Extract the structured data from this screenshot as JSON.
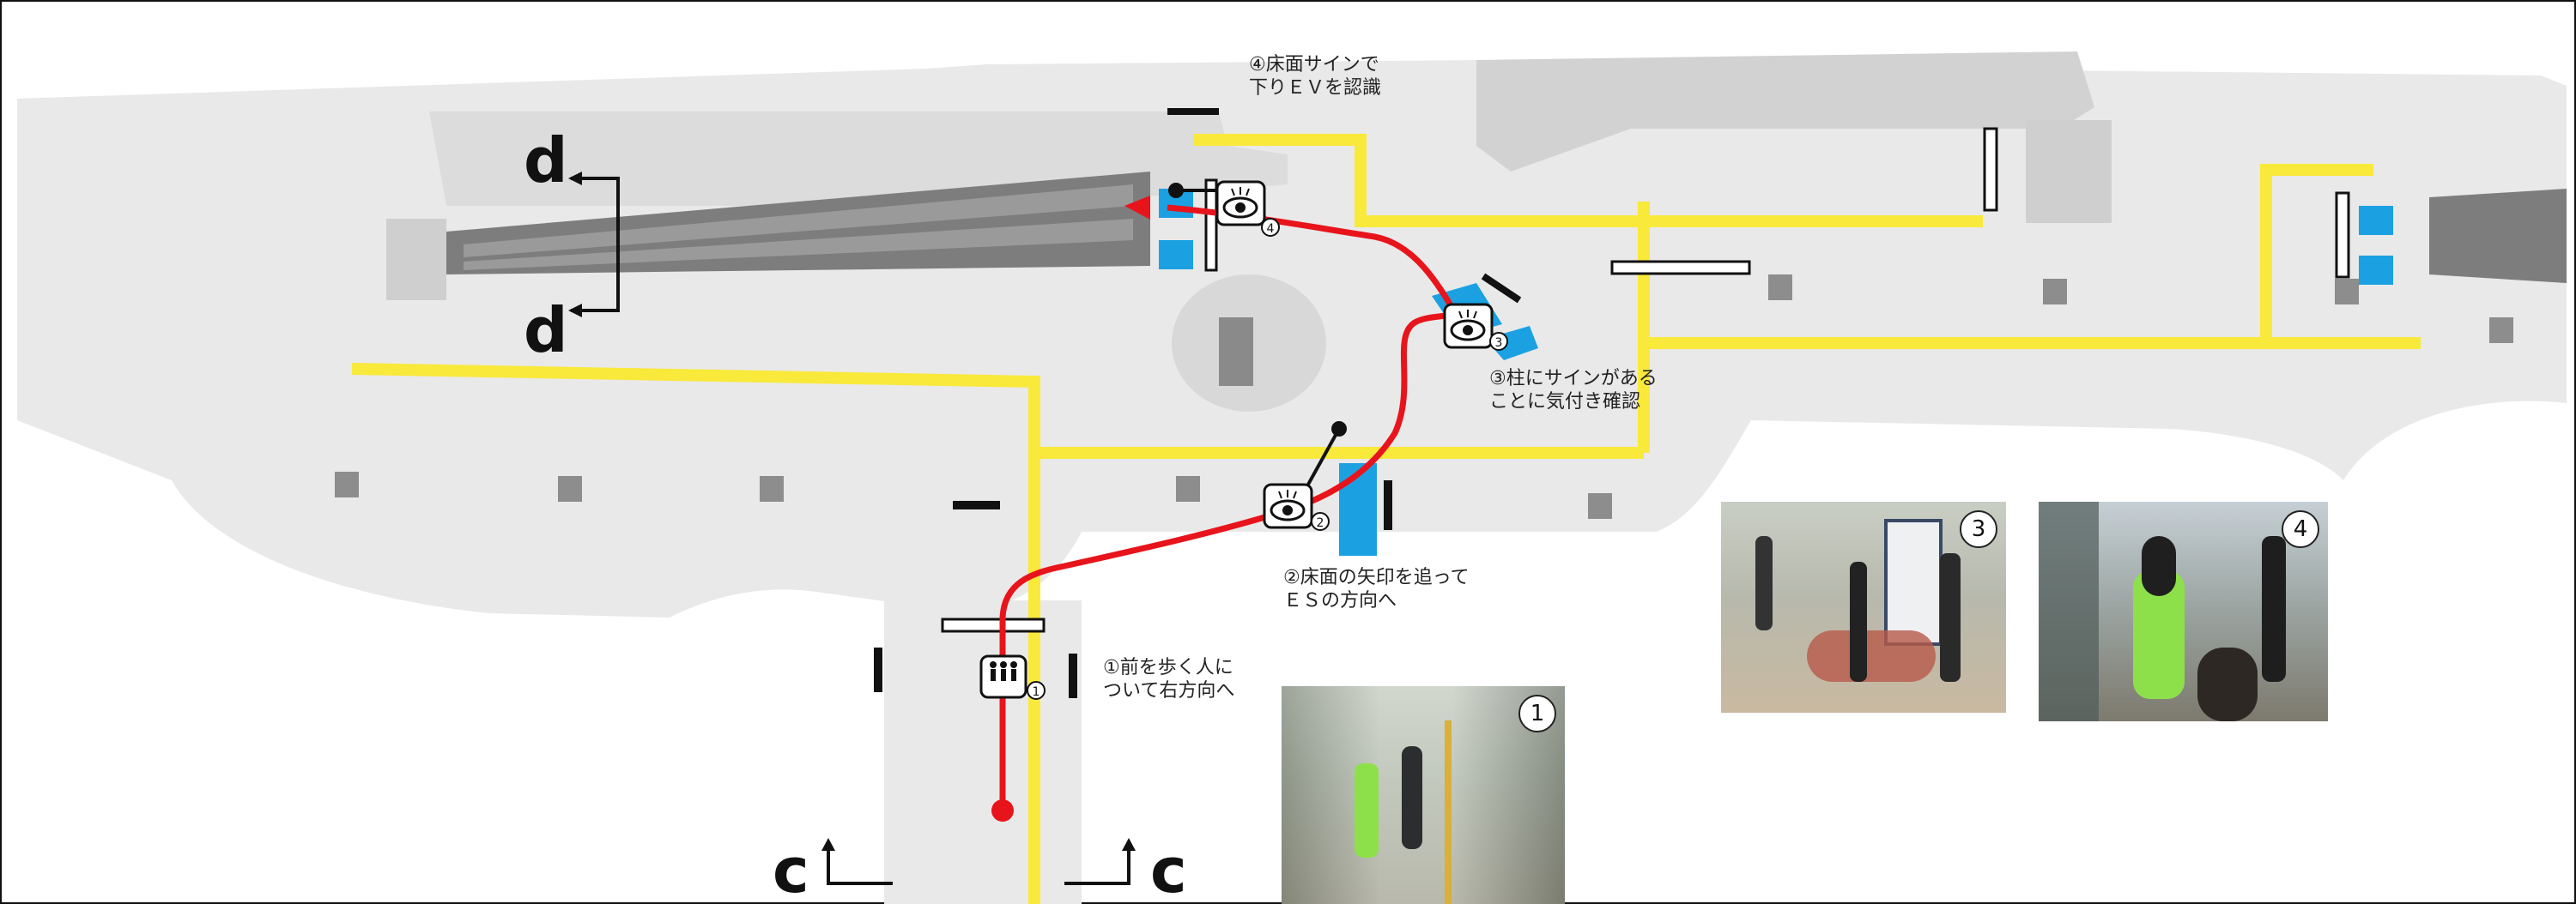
{
  "notes": {
    "step4": "④床面サインで\n下りＥＶを認識",
    "step3": "③柱にサインがある\nことに気付き確認",
    "step2": "②床面の矢印を追って\nＥＳの方向へ",
    "step1": "①前を歩く人に\nついて右方向へ"
  },
  "section_marks": {
    "d_top": "d",
    "d_bottom": "d",
    "c_left": "c",
    "c_right": "c"
  },
  "photos": [
    {
      "id": "photo-1",
      "number": "1"
    },
    {
      "id": "photo-3",
      "number": "3"
    },
    {
      "id": "photo-4",
      "number": "4"
    }
  ],
  "markers": [
    "1",
    "2",
    "3",
    "4"
  ],
  "colors": {
    "route": "#e8141c",
    "floor_guide": "#f9e93a",
    "sign_blue": "#1ba1e2",
    "floor": "#ececec",
    "wall": "#c8c8c8"
  },
  "icons": [
    "eye-icon",
    "pedestrians-icon"
  ]
}
